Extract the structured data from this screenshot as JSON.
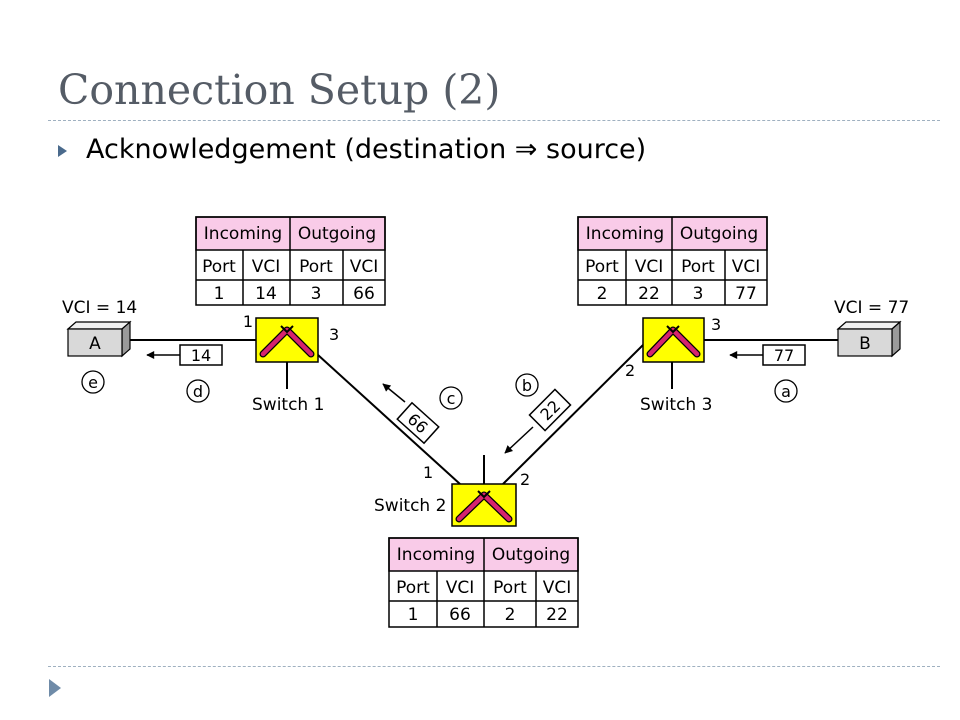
{
  "slide": {
    "title": "Connection Setup (2)",
    "bullet_prefix": "Acknowledgement (destination ",
    "bullet_arrow": "⇒",
    "bullet_suffix": " source)"
  },
  "table_headers": {
    "incoming": "Incoming",
    "outgoing": "Outgoing",
    "port": "Port",
    "vci": "VCI"
  },
  "tables": {
    "switch1": {
      "in_port": "1",
      "in_vci": "14",
      "out_port": "3",
      "out_vci": "66"
    },
    "switch3": {
      "in_port": "2",
      "in_vci": "22",
      "out_port": "3",
      "out_vci": "77"
    },
    "switch2": {
      "in_port": "1",
      "in_vci": "66",
      "out_port": "2",
      "out_vci": "22"
    }
  },
  "hosts": {
    "a": {
      "label": "A",
      "vci_label": "VCI = 14"
    },
    "b": {
      "label": "B",
      "vci_label": "VCI = 77"
    }
  },
  "switches": {
    "s1": {
      "name": "Switch 1",
      "port_in": "1",
      "port_out": "3"
    },
    "s2": {
      "name": "Switch 2",
      "port_in": "1",
      "port_out": "2"
    },
    "s3": {
      "name": "Switch 3",
      "port_in": "2",
      "port_out": "3"
    }
  },
  "packets": {
    "a": {
      "vci": "77"
    },
    "b": {
      "vci": "22"
    },
    "c": {
      "vci": "66"
    },
    "d": {
      "vci": "14"
    }
  },
  "steps": {
    "a": "a",
    "b": "b",
    "c": "c",
    "d": "d",
    "e": "e"
  },
  "colors": {
    "title": "#555c66",
    "table_header": "#f9cbe8",
    "switch_fill": "#ffff00",
    "switch_symbol": "#d6246e",
    "bullet": "#4a6a8c",
    "host_fill": "#d9d9d9"
  }
}
